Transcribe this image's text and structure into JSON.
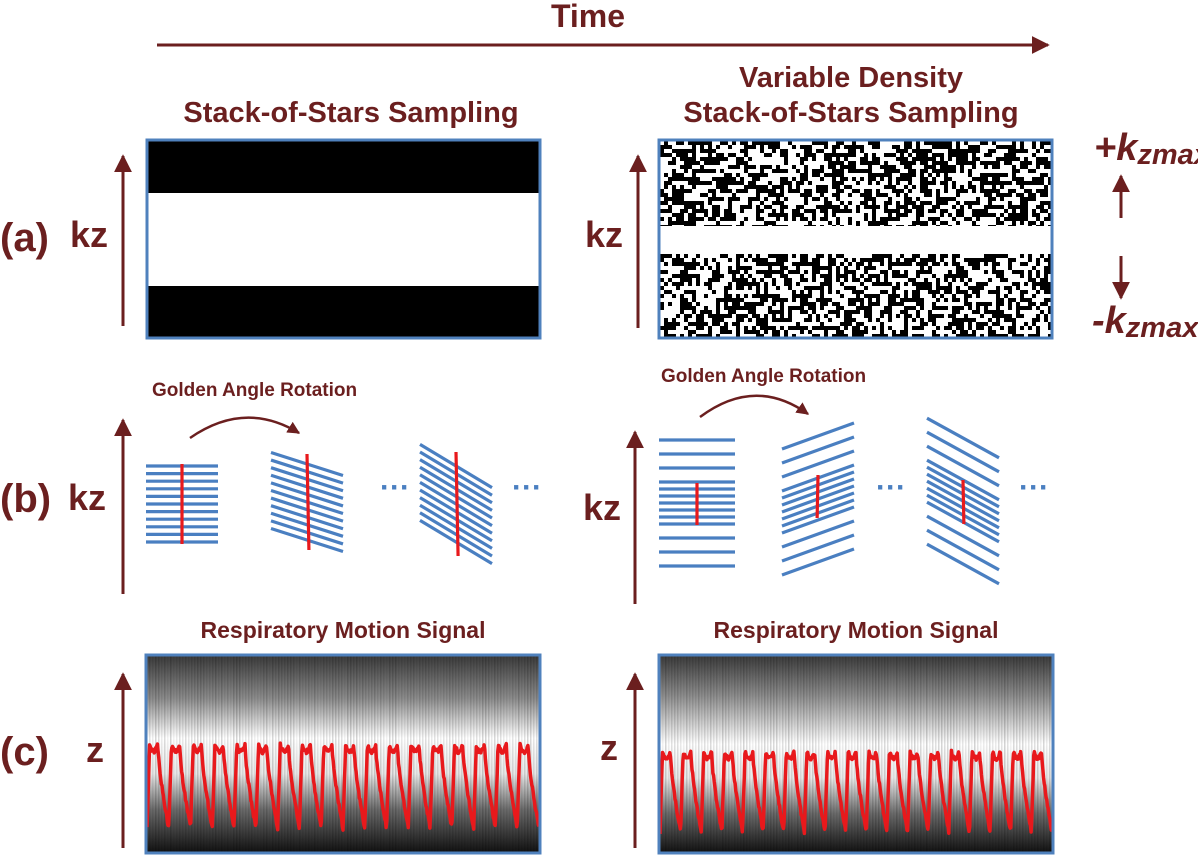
{
  "colors": {
    "maroon": "#6b1f1f",
    "spoke_blue": "#4a7fc1",
    "frame_blue": "#4f81bd",
    "kz_line_red": "#e8191c",
    "signal_red": "#e8191c"
  },
  "header": {
    "time_label": "Time"
  },
  "columns": {
    "left_title": "Stack-of-Stars Sampling",
    "right_title_line1": "Variable Density",
    "right_title_line2": "Stack-of-Stars Sampling"
  },
  "rows": {
    "a_label": "(a)",
    "b_label": "(b)",
    "c_label": "(c)"
  },
  "axis": {
    "kz": "kz",
    "z": "z",
    "kzmax_plus_sign": "+",
    "kzmax_minus_sign": "-",
    "kzmax_k": "k",
    "kzmax_sub": "zmax"
  },
  "annotations": {
    "golden_angle_left": "Golden Angle Rotation",
    "golden_angle_right": "Golden Angle Rotation",
    "ellipsis": "···",
    "motion_left": "Respiratory Motion Signal",
    "motion_right": "Respiratory Motion Signal"
  },
  "sampling": {
    "fully_sampled_fraction": 0.5,
    "right_random_density": 0.5
  },
  "motion_signal": {
    "left_cycles": 18,
    "right_cycles": 19
  }
}
